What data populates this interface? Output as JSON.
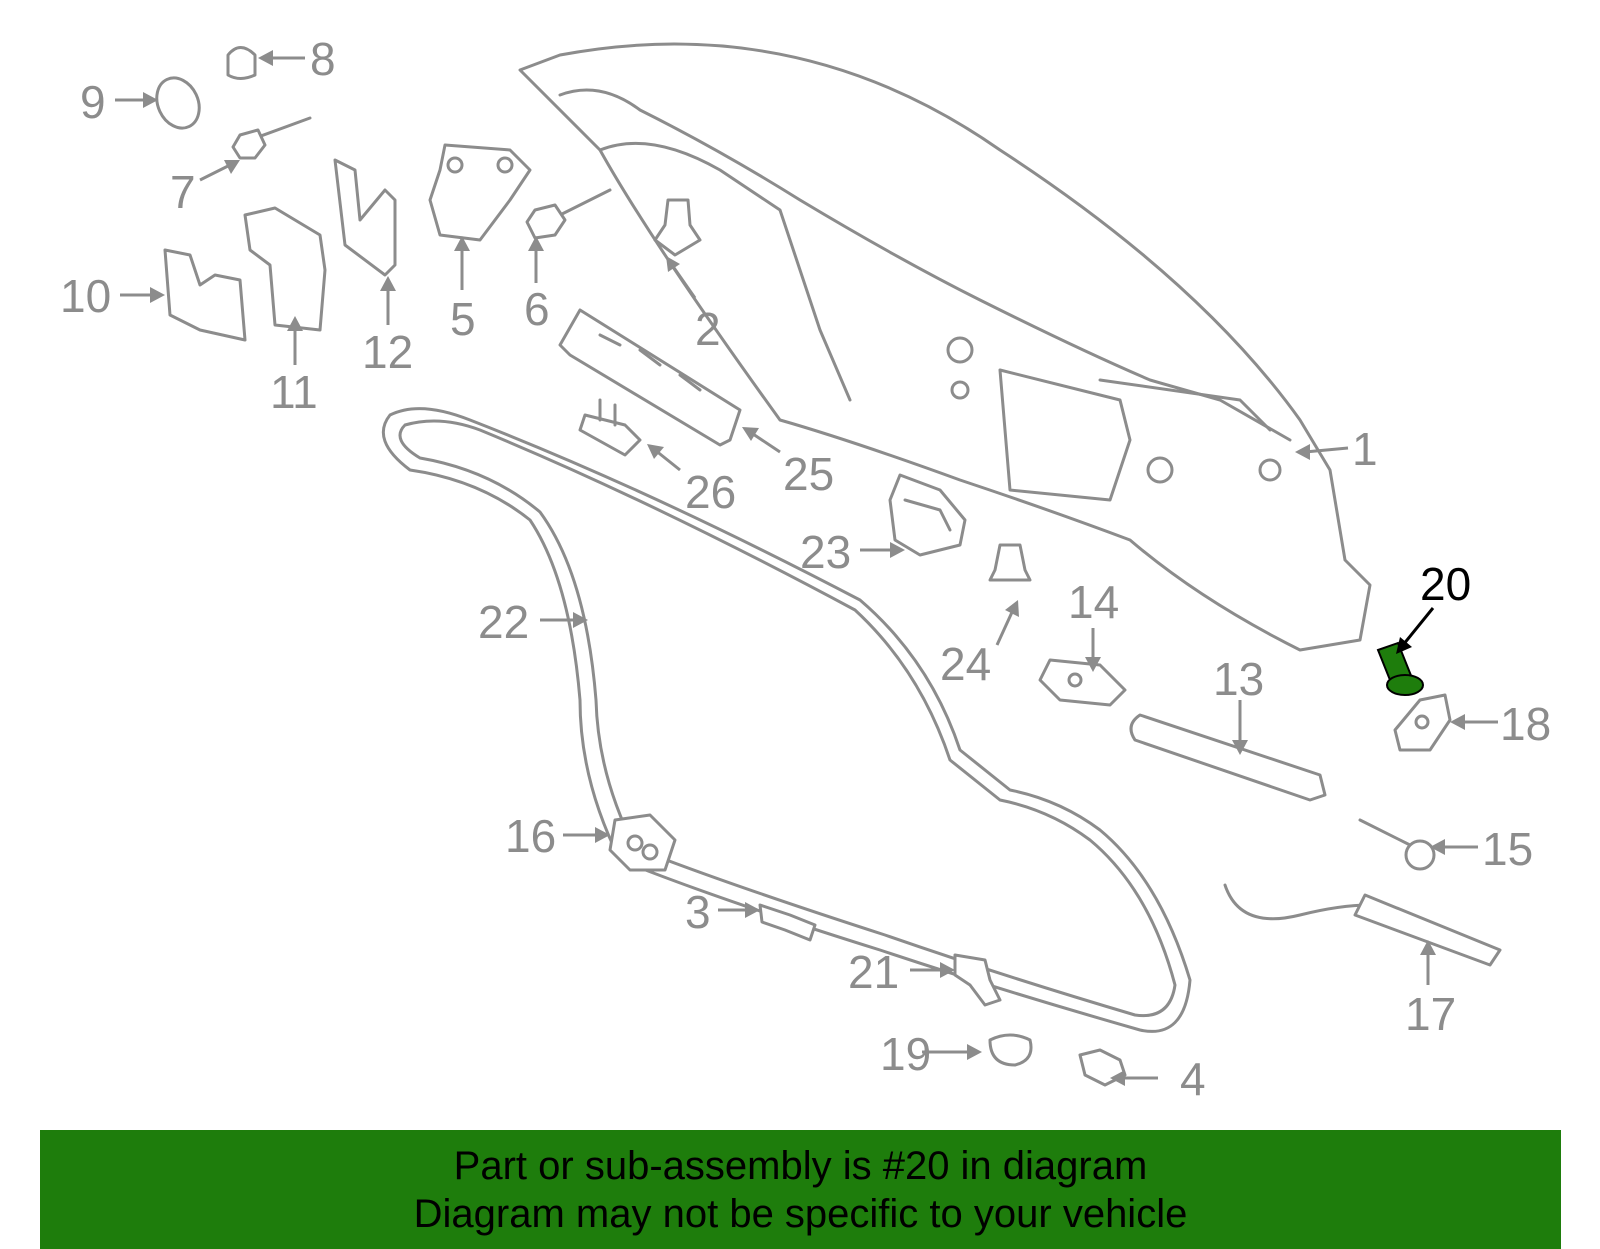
{
  "callouts": [
    {
      "id": "1",
      "label": "1"
    },
    {
      "id": "2",
      "label": "2"
    },
    {
      "id": "3",
      "label": "3"
    },
    {
      "id": "4",
      "label": "4"
    },
    {
      "id": "5",
      "label": "5"
    },
    {
      "id": "6",
      "label": "6"
    },
    {
      "id": "7",
      "label": "7"
    },
    {
      "id": "8",
      "label": "8"
    },
    {
      "id": "9",
      "label": "9"
    },
    {
      "id": "10",
      "label": "10"
    },
    {
      "id": "11",
      "label": "11"
    },
    {
      "id": "12",
      "label": "12"
    },
    {
      "id": "13",
      "label": "13"
    },
    {
      "id": "14",
      "label": "14"
    },
    {
      "id": "15",
      "label": "15"
    },
    {
      "id": "16",
      "label": "16"
    },
    {
      "id": "17",
      "label": "17"
    },
    {
      "id": "18",
      "label": "18"
    },
    {
      "id": "19",
      "label": "19"
    },
    {
      "id": "20",
      "label": "20"
    },
    {
      "id": "21",
      "label": "21"
    },
    {
      "id": "22",
      "label": "22"
    },
    {
      "id": "23",
      "label": "23"
    },
    {
      "id": "24",
      "label": "24"
    },
    {
      "id": "25",
      "label": "25"
    },
    {
      "id": "26",
      "label": "26"
    }
  ],
  "highlighted_part": "20",
  "colors": {
    "highlight": "#1e7d0c",
    "line_art": "#8c8c8c",
    "banner_background": "#1e7d0c",
    "banner_text": "#000000"
  },
  "banner": {
    "line1": "Part or sub-assembly is #20 in diagram",
    "line2": "Diagram may not be specific to your vehicle"
  }
}
